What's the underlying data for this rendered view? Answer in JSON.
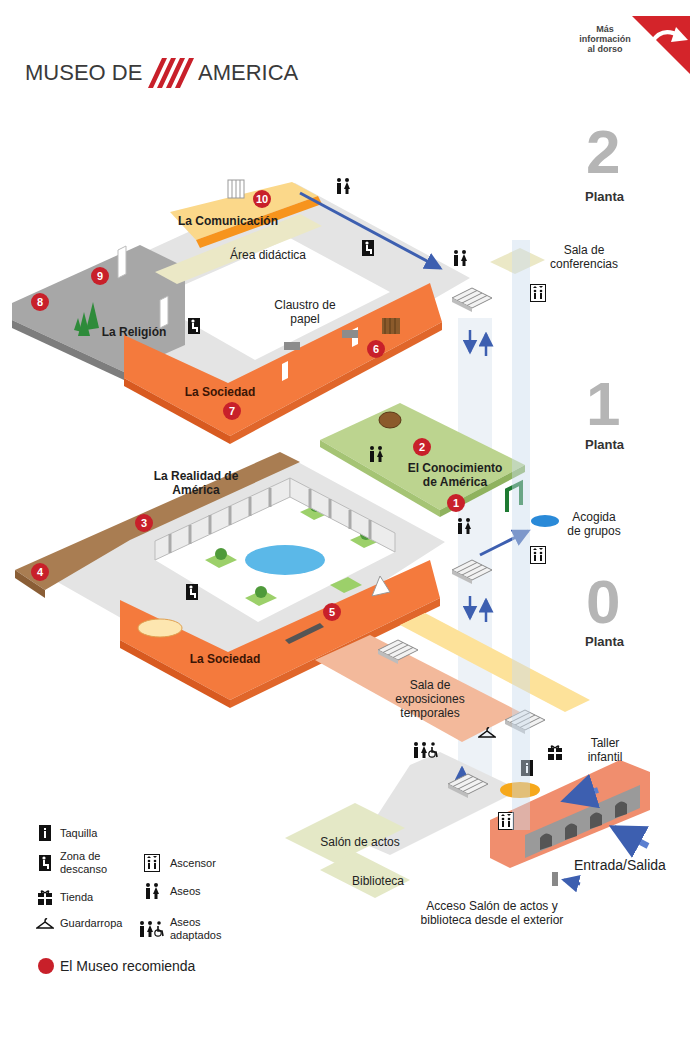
{
  "diagram": {
    "nodes": [
      {
        "text": [
          "La Comunicación"
        ]
      },
      {
        "text": [
          "Área didáctica"
        ]
      },
      {
        "text": [
          "Claustro de papel"
        ]
      },
      {
        "text": [
          "Sala de conferencias"
        ]
      },
      {
        "text": [
          "La Religión"
        ]
      },
      {
        "text": [
          "La Sociedad"
        ]
      },
      {
        "text": [
          "La Realidad de América"
        ]
      },
      {
        "text": [
          "El Conocimiento de América"
        ]
      },
      {
        "text": [
          "Acogida de grupos"
        ]
      },
      {
        "text": [
          "La Sociedad"
        ]
      },
      {
        "text": [
          "Sala de exposiciones temporales"
        ]
      },
      {
        "text": [
          "Taller infantil"
        ]
      },
      {
        "text": [
          "Salón de actos"
        ]
      },
      {
        "text": [
          "Biblioteca"
        ]
      }
    ],
    "labels": [
      "MUSEO DE",
      "AMERICA",
      "Más información al dorso",
      "2",
      "Planta",
      "1",
      "Planta",
      "0",
      "Planta",
      "1",
      "2",
      "3",
      "4",
      "5",
      "6",
      "7",
      "8",
      "9",
      "10",
      "Entrada/Salida",
      "Acceso Salón de actos y biblioteca desde el exterior"
    ],
    "legend": [
      {
        "text": "Taquilla"
      },
      {
        "text": "Zona de descanso"
      },
      {
        "text": "Tienda"
      },
      {
        "text": "Guardarropa"
      },
      {
        "text": "Ascensor"
      },
      {
        "text": "Aseos"
      },
      {
        "text": "Aseos adaptados"
      },
      {
        "text": "El Museo recomienda",
        "color": "#c8202a"
      }
    ]
  }
}
